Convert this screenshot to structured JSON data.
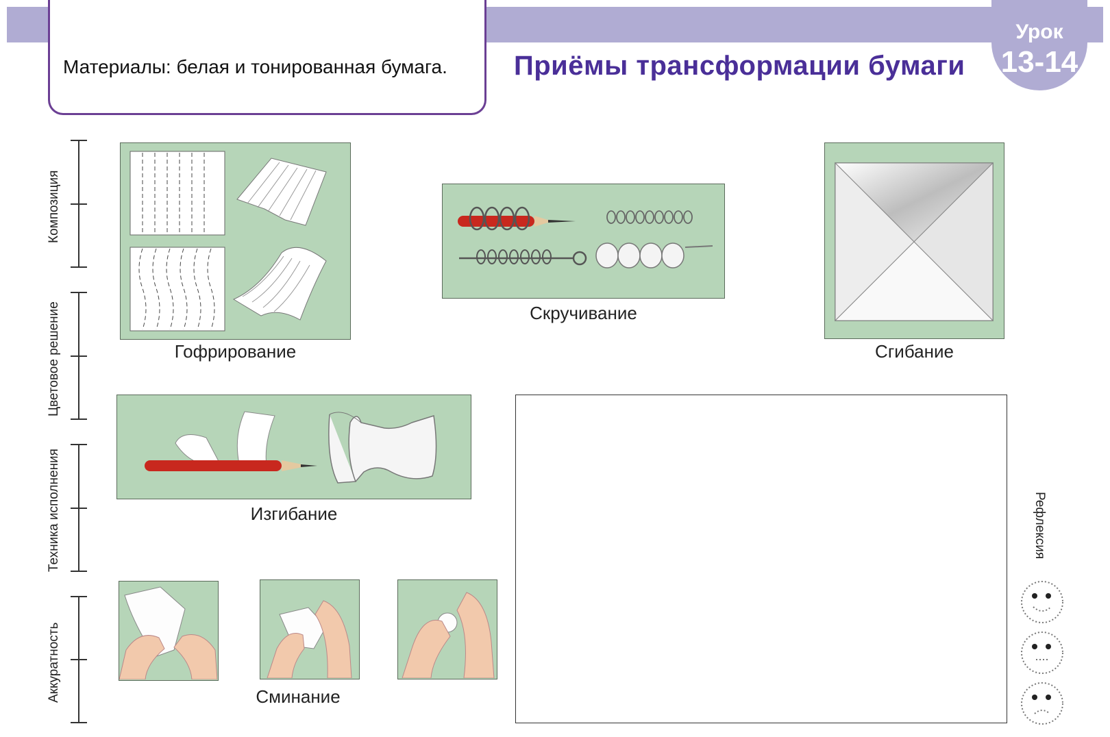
{
  "header": {
    "materials": "Материалы: белая и тонированная бумага.",
    "title": "Приёмы трансформации бумаги",
    "lesson_word": "Урок",
    "lesson_number": "13-14"
  },
  "criteria_scale": {
    "labels": [
      "Композиция",
      "Цветовое решение",
      "Техника исполнения",
      "Аккуратность"
    ]
  },
  "techniques": {
    "corrugation": "Гофрирование",
    "twisting": "Скручивание",
    "folding": "Сгибание",
    "bending": "Изгибание",
    "crumpling": "Сминание"
  },
  "reflection": {
    "label": "Рефлексия",
    "faces": [
      "happy-face-icon",
      "neutral-face-icon",
      "sad-face-icon"
    ]
  },
  "colors": {
    "band": "#b0acd3",
    "title": "#4a2f98",
    "panel": "#b6d5b8"
  }
}
